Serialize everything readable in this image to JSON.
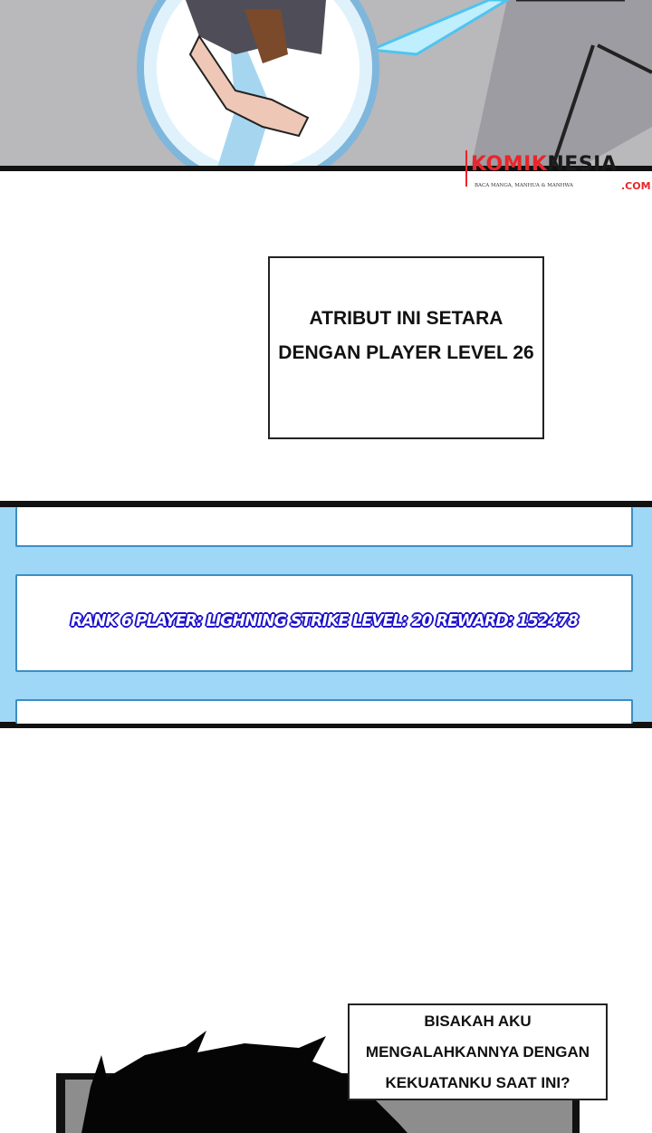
{
  "watermark": {
    "brand_red": "KOMIK",
    "brand_black": "NESIA",
    "tagline": "BACA MANGA, MANHUA & MANHWA",
    "domain": ".COM",
    "colors": {
      "red": "#e8262b",
      "black": "#1a1a1a"
    }
  },
  "captions": {
    "narration_1": [
      "ATRIBUT INI SETARA",
      "DENGAN PLAYER LEVEL 26"
    ],
    "system_message": "RANK 6 PLAYER: LIGHNING STRIKE LEVEL: 20 REWARD: 152478",
    "thought_1": [
      "BISAKAH AKU",
      "MENGALAHKANNYA DENGAN",
      "KEKUATANKU SAAT INI?"
    ]
  },
  "colors": {
    "system_panel": "#9fd7f7",
    "system_text_outline": "#1d11c9",
    "system_box_border": "#3c8ec4"
  }
}
